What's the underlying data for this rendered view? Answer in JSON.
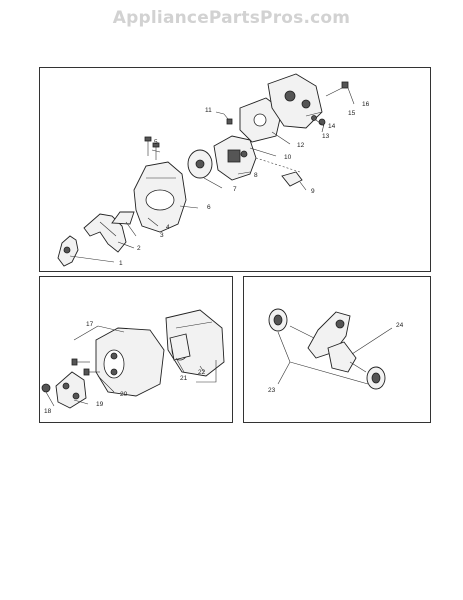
{
  "watermark": "AppliancePartsPros.com",
  "callouts": {
    "c1": "1",
    "c2": "2",
    "c3": "3",
    "c4": "4",
    "c5": "5",
    "c6": "6",
    "c7": "7",
    "c8": "8",
    "c9": "9",
    "c10": "10",
    "c11": "11",
    "c12": "12",
    "c13": "13",
    "c14": "14",
    "c15": "15",
    "c16": "16",
    "c17": "17",
    "c18": "18",
    "c19": "19",
    "c20": "20",
    "c21": "21",
    "c22": "22",
    "c23": "23",
    "c24": "24"
  },
  "colors": {
    "line": "#333333",
    "watermark": "#d2d2d2"
  }
}
